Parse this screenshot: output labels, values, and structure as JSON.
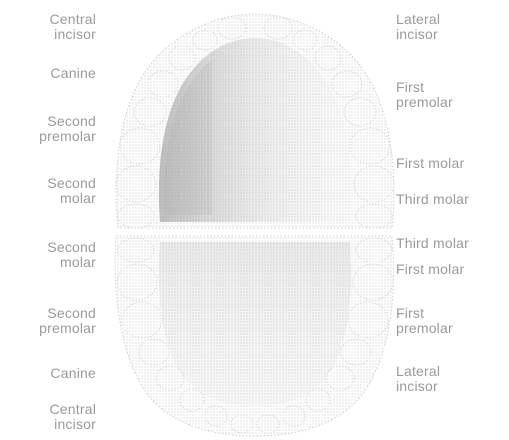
{
  "labels": {
    "upper_left": [
      "Central\nincisor",
      "Canine",
      "Second\npremolar",
      "Second\nmolar"
    ],
    "upper_right": [
      "Lateral\nincisor",
      "First\npremolar",
      "First molar",
      "Third molar"
    ],
    "lower_left": [
      "Second\nmolar",
      "Second\npremolar",
      "Canine",
      "Central\nincisor"
    ],
    "lower_right": [
      "Third molar",
      "First molar",
      "First\npremolar",
      "Lateral\nincisor"
    ]
  },
  "colors": {
    "label": "#9a9a9a",
    "stipple": "#bdbdbd",
    "shade_dark": "#9e9e9e",
    "shade_light": "#d8d8d8"
  }
}
